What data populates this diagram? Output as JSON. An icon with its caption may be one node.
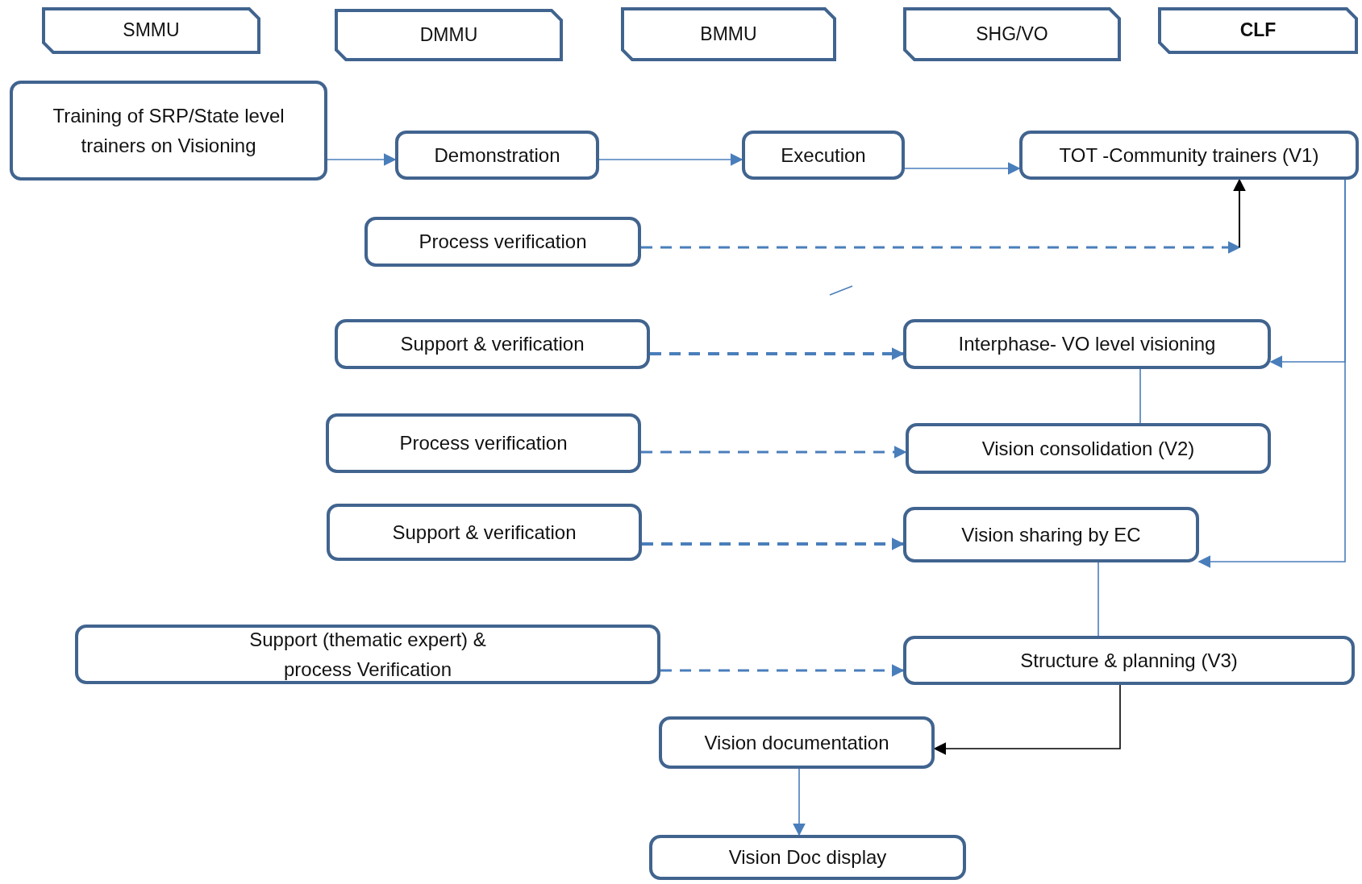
{
  "diagram": {
    "nodes": [
      {
        "text": [
          "SMMU"
        ]
      },
      {
        "text": [
          "DMMU"
        ]
      },
      {
        "text": [
          "BMMU"
        ]
      },
      {
        "text": [
          "SHG/VO"
        ]
      },
      {
        "text": [
          "CLF"
        ]
      },
      {
        "text": [
          "Training of SRP/State level trainers on Visioning"
        ]
      },
      {
        "text": [
          "Demonstration"
        ]
      },
      {
        "text": [
          "Execution"
        ]
      },
      {
        "text": [
          "TOT -Community trainers (V1)"
        ]
      },
      {
        "text": [
          "Process verification"
        ]
      },
      {
        "text": [
          "Support & verification"
        ]
      },
      {
        "text": [
          "Interphase- VO level visioning"
        ]
      },
      {
        "text": [
          "Process verification"
        ]
      },
      {
        "text": [
          "Vision consolidation (V2)"
        ]
      },
      {
        "text": [
          "Support & verification"
        ]
      },
      {
        "text": [
          "Vision sharing by EC"
        ]
      },
      {
        "text": [
          "Support (thematic expert) & process Verification"
        ]
      },
      {
        "text": [
          "Structure & planning (V3)"
        ]
      },
      {
        "text": [
          "Vision documentation"
        ]
      },
      {
        "text": [
          "Vision Doc display"
        ]
      }
    ],
    "edges": [
      {
        "from": 5,
        "to": 6,
        "arrow": "to"
      },
      {
        "from": 6,
        "to": 7,
        "arrow": "to"
      },
      {
        "from": 7,
        "to": 8,
        "arrow": "to"
      },
      {
        "from": 9,
        "to": 8,
        "arrow": "to",
        "style": "dashed"
      },
      {
        "from": 10,
        "to": 11,
        "arrow": "to",
        "style": "dashed"
      },
      {
        "from": 12,
        "to": 13,
        "arrow": "to",
        "style": "dashed"
      },
      {
        "from": 14,
        "to": 15,
        "arrow": "to",
        "style": "dashed"
      },
      {
        "from": 16,
        "to": 17,
        "arrow": "to",
        "style": "dashed"
      },
      {
        "from": 8,
        "to": 11,
        "arrow": "to"
      },
      {
        "from": 8,
        "to": 15,
        "arrow": "to"
      },
      {
        "from": 11,
        "to": 13,
        "arrow": "none"
      },
      {
        "from": 15,
        "to": 17,
        "arrow": "none"
      },
      {
        "from": 17,
        "to": 18,
        "arrow": "to",
        "color": "#000000"
      },
      {
        "from": 18,
        "to": 19,
        "arrow": "to"
      }
    ]
  }
}
